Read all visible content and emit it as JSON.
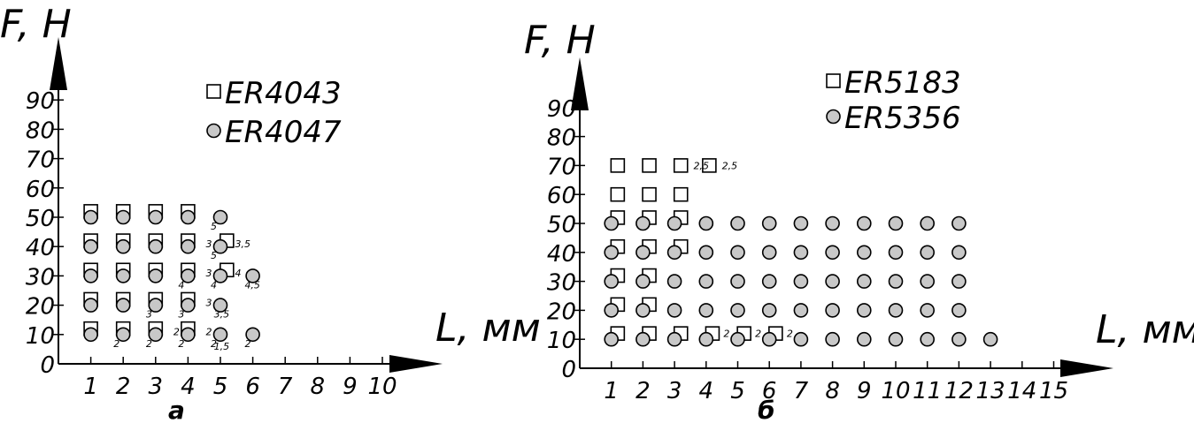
{
  "chart_data": [
    {
      "type": "scatter",
      "panel_label": "а",
      "ylabel": "F, H",
      "xlabel": "L, мм",
      "xlim": [
        0,
        10.8
      ],
      "ylim": [
        0,
        100
      ],
      "xticks": [
        1,
        2,
        3,
        4,
        5,
        6,
        7,
        8,
        9,
        10
      ],
      "yticks": [
        0,
        10,
        20,
        30,
        40,
        50,
        60,
        70,
        80,
        90
      ],
      "grid": false,
      "legend_position": "top-right",
      "series": [
        {
          "name": "ER4043",
          "marker": "square",
          "color": "#ffffff",
          "points": [
            [
              1,
              52
            ],
            [
              2,
              52
            ],
            [
              3,
              52
            ],
            [
              4,
              52
            ],
            [
              1,
              42
            ],
            [
              2,
              42
            ],
            [
              3,
              42
            ],
            [
              4,
              42
            ],
            [
              5.2,
              42
            ],
            [
              1,
              32
            ],
            [
              2,
              32
            ],
            [
              3,
              32
            ],
            [
              4,
              32
            ],
            [
              5.2,
              32
            ],
            [
              1,
              22
            ],
            [
              2,
              22
            ],
            [
              3,
              22
            ],
            [
              4,
              22
            ],
            [
              1,
              12
            ],
            [
              2,
              12
            ],
            [
              3,
              12
            ],
            [
              4,
              12
            ]
          ]
        },
        {
          "name": "ER4047",
          "marker": "circle",
          "color": "#c8c8c8",
          "points": [
            [
              1,
              50
            ],
            [
              2,
              50
            ],
            [
              3,
              50
            ],
            [
              4,
              50
            ],
            [
              5,
              50
            ],
            [
              1,
              40
            ],
            [
              2,
              40
            ],
            [
              3,
              40
            ],
            [
              4,
              40
            ],
            [
              5,
              40
            ],
            [
              1,
              30
            ],
            [
              2,
              30
            ],
            [
              3,
              30
            ],
            [
              4,
              30
            ],
            [
              5,
              30
            ],
            [
              6,
              30
            ],
            [
              1,
              20
            ],
            [
              2,
              20
            ],
            [
              3,
              20
            ],
            [
              4,
              20
            ],
            [
              5,
              20
            ],
            [
              1,
              10
            ],
            [
              2,
              10
            ],
            [
              3,
              10
            ],
            [
              4,
              10
            ],
            [
              5,
              10
            ],
            [
              6,
              10
            ]
          ]
        }
      ],
      "annotations": [
        {
          "x": 4.55,
          "y": 41,
          "text": "3"
        },
        {
          "x": 5.45,
          "y": 41,
          "text": "3,5"
        },
        {
          "x": 4.7,
          "y": 47,
          "text": "5"
        },
        {
          "x": 4.7,
          "y": 37,
          "text": "5"
        },
        {
          "x": 4.55,
          "y": 31,
          "text": "3"
        },
        {
          "x": 5.45,
          "y": 31,
          "text": "4"
        },
        {
          "x": 3.7,
          "y": 27,
          "text": "4"
        },
        {
          "x": 4.7,
          "y": 27,
          "text": "4"
        },
        {
          "x": 5.75,
          "y": 27,
          "text": "4,5"
        },
        {
          "x": 4.55,
          "y": 21,
          "text": "3"
        },
        {
          "x": 2.7,
          "y": 17,
          "text": "3"
        },
        {
          "x": 3.7,
          "y": 17,
          "text": "3"
        },
        {
          "x": 4.8,
          "y": 17,
          "text": "3,5"
        },
        {
          "x": 3.55,
          "y": 11,
          "text": "2"
        },
        {
          "x": 4.55,
          "y": 11,
          "text": "2"
        },
        {
          "x": 1.7,
          "y": 7,
          "text": "2"
        },
        {
          "x": 2.7,
          "y": 7,
          "text": "2"
        },
        {
          "x": 3.7,
          "y": 7,
          "text": "2"
        },
        {
          "x": 4.7,
          "y": 7,
          "text": "2"
        },
        {
          "x": 4.8,
          "y": 6,
          "text": "1,5"
        },
        {
          "x": 5.75,
          "y": 7,
          "text": "2"
        }
      ]
    },
    {
      "type": "scatter",
      "panel_label": "б",
      "ylabel": "F, H",
      "xlabel": "L, мм",
      "xlim": [
        0,
        15.7
      ],
      "ylim": [
        0,
        100
      ],
      "xticks": [
        1,
        2,
        3,
        4,
        5,
        6,
        7,
        8,
        9,
        10,
        11,
        12,
        13,
        14,
        15
      ],
      "yticks": [
        0,
        10,
        20,
        30,
        40,
        50,
        60,
        70,
        80,
        90
      ],
      "grid": false,
      "legend_position": "top-right",
      "series": [
        {
          "name": "ER5183",
          "marker": "square",
          "color": "#ffffff",
          "points": [
            [
              1.2,
              70
            ],
            [
              2.2,
              70
            ],
            [
              3.2,
              70
            ],
            [
              4.1,
              70
            ],
            [
              1.2,
              60
            ],
            [
              2.2,
              60
            ],
            [
              3.2,
              60
            ],
            [
              1.2,
              52
            ],
            [
              2.2,
              52
            ],
            [
              3.2,
              52
            ],
            [
              1.2,
              42
            ],
            [
              2.2,
              42
            ],
            [
              3.2,
              42
            ],
            [
              1.2,
              32
            ],
            [
              2.2,
              32
            ],
            [
              1.2,
              22
            ],
            [
              2.2,
              22
            ],
            [
              1.2,
              12
            ],
            [
              2.2,
              12
            ],
            [
              3.2,
              12
            ],
            [
              4.2,
              12
            ],
            [
              5.2,
              12
            ],
            [
              6.2,
              12
            ]
          ]
        },
        {
          "name": "ER5356",
          "marker": "circle",
          "color": "#c8c8c8",
          "points": [
            [
              1,
              50
            ],
            [
              2,
              50
            ],
            [
              3,
              50
            ],
            [
              4,
              50
            ],
            [
              5,
              50
            ],
            [
              6,
              50
            ],
            [
              7,
              50
            ],
            [
              8,
              50
            ],
            [
              9,
              50
            ],
            [
              10,
              50
            ],
            [
              11,
              50
            ],
            [
              12,
              50
            ],
            [
              1,
              40
            ],
            [
              2,
              40
            ],
            [
              3,
              40
            ],
            [
              4,
              40
            ],
            [
              5,
              40
            ],
            [
              6,
              40
            ],
            [
              7,
              40
            ],
            [
              8,
              40
            ],
            [
              9,
              40
            ],
            [
              10,
              40
            ],
            [
              11,
              40
            ],
            [
              12,
              40
            ],
            [
              1,
              30
            ],
            [
              2,
              30
            ],
            [
              3,
              30
            ],
            [
              4,
              30
            ],
            [
              5,
              30
            ],
            [
              6,
              30
            ],
            [
              7,
              30
            ],
            [
              8,
              30
            ],
            [
              9,
              30
            ],
            [
              10,
              30
            ],
            [
              11,
              30
            ],
            [
              12,
              30
            ],
            [
              1,
              20
            ],
            [
              2,
              20
            ],
            [
              3,
              20
            ],
            [
              4,
              20
            ],
            [
              5,
              20
            ],
            [
              6,
              20
            ],
            [
              7,
              20
            ],
            [
              8,
              20
            ],
            [
              9,
              20
            ],
            [
              10,
              20
            ],
            [
              11,
              20
            ],
            [
              12,
              20
            ],
            [
              1,
              10
            ],
            [
              2,
              10
            ],
            [
              3,
              10
            ],
            [
              4,
              10
            ],
            [
              5,
              10
            ],
            [
              6,
              10
            ],
            [
              7,
              10
            ],
            [
              8,
              10
            ],
            [
              9,
              10
            ],
            [
              10,
              10
            ],
            [
              11,
              10
            ],
            [
              12,
              10
            ],
            [
              13,
              10
            ]
          ]
        }
      ],
      "annotations": [
        {
          "x": 3.6,
          "y": 70,
          "text": "2,5"
        },
        {
          "x": 4.5,
          "y": 70,
          "text": "2,5"
        },
        {
          "x": 4.55,
          "y": 12,
          "text": "2"
        },
        {
          "x": 5.55,
          "y": 12,
          "text": "2"
        },
        {
          "x": 6.55,
          "y": 12,
          "text": "2"
        }
      ]
    }
  ]
}
